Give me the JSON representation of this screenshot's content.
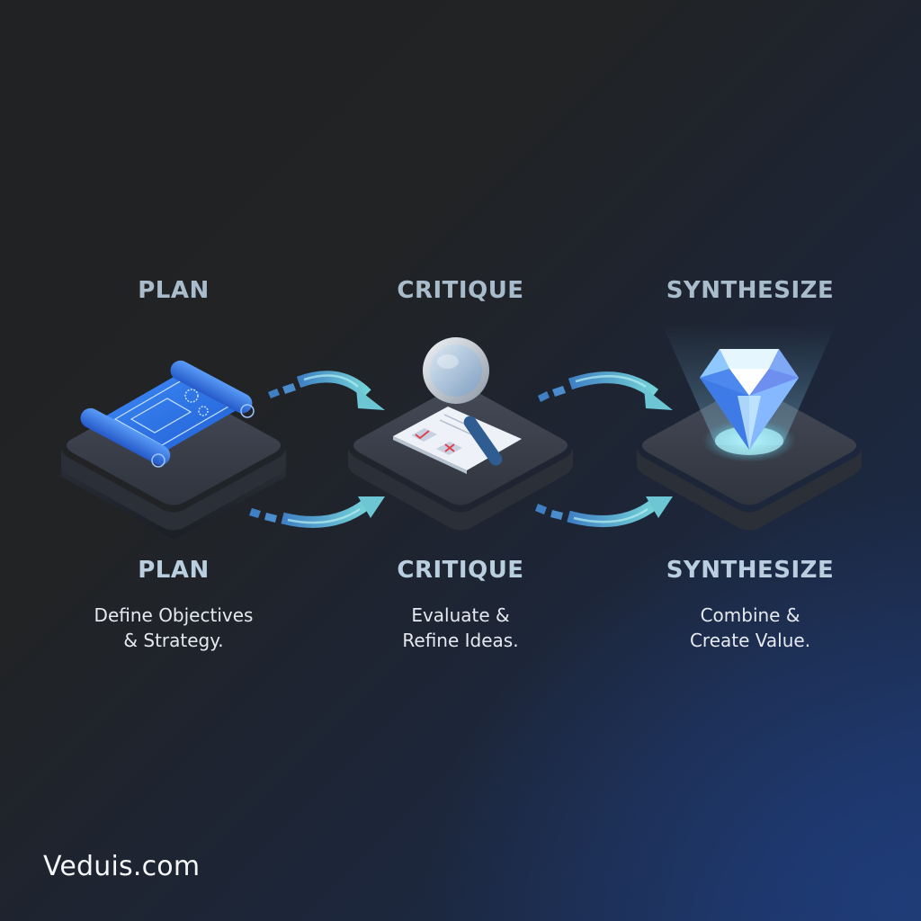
{
  "steps": [
    {
      "top_title": "PLAN",
      "title": "PLAN",
      "desc_line1": "Define Objectives",
      "desc_line2": "& Strategy.",
      "icon": "blueprint-icon"
    },
    {
      "top_title": "CRITIQUE",
      "title": "CRITIQUE",
      "desc_line1": "Evaluate &",
      "desc_line2": "Refine Ideas.",
      "icon": "magnifier-checklist-icon"
    },
    {
      "top_title": "SYNTHESIZE",
      "title": "SYNTHESIZE",
      "desc_line1": "Combine &",
      "desc_line2": "Create Value.",
      "icon": "diamond-icon"
    }
  ],
  "connectors": [
    {
      "from": "PLAN",
      "to": "CRITIQUE",
      "style": "curved-arrows"
    },
    {
      "from": "CRITIQUE",
      "to": "SYNTHESIZE",
      "style": "curved-arrows"
    }
  ],
  "footer": {
    "brand": "Veduis.com"
  },
  "colors": {
    "title": "#b9cfe0",
    "desc": "#e6eaf0",
    "arrow": "#6cc6d4",
    "arrow_dash": "#3f7fc4",
    "platform_top": "#3b3f4b",
    "blueprint": "#2d6fe0",
    "diamond": "#7fd2ff"
  }
}
